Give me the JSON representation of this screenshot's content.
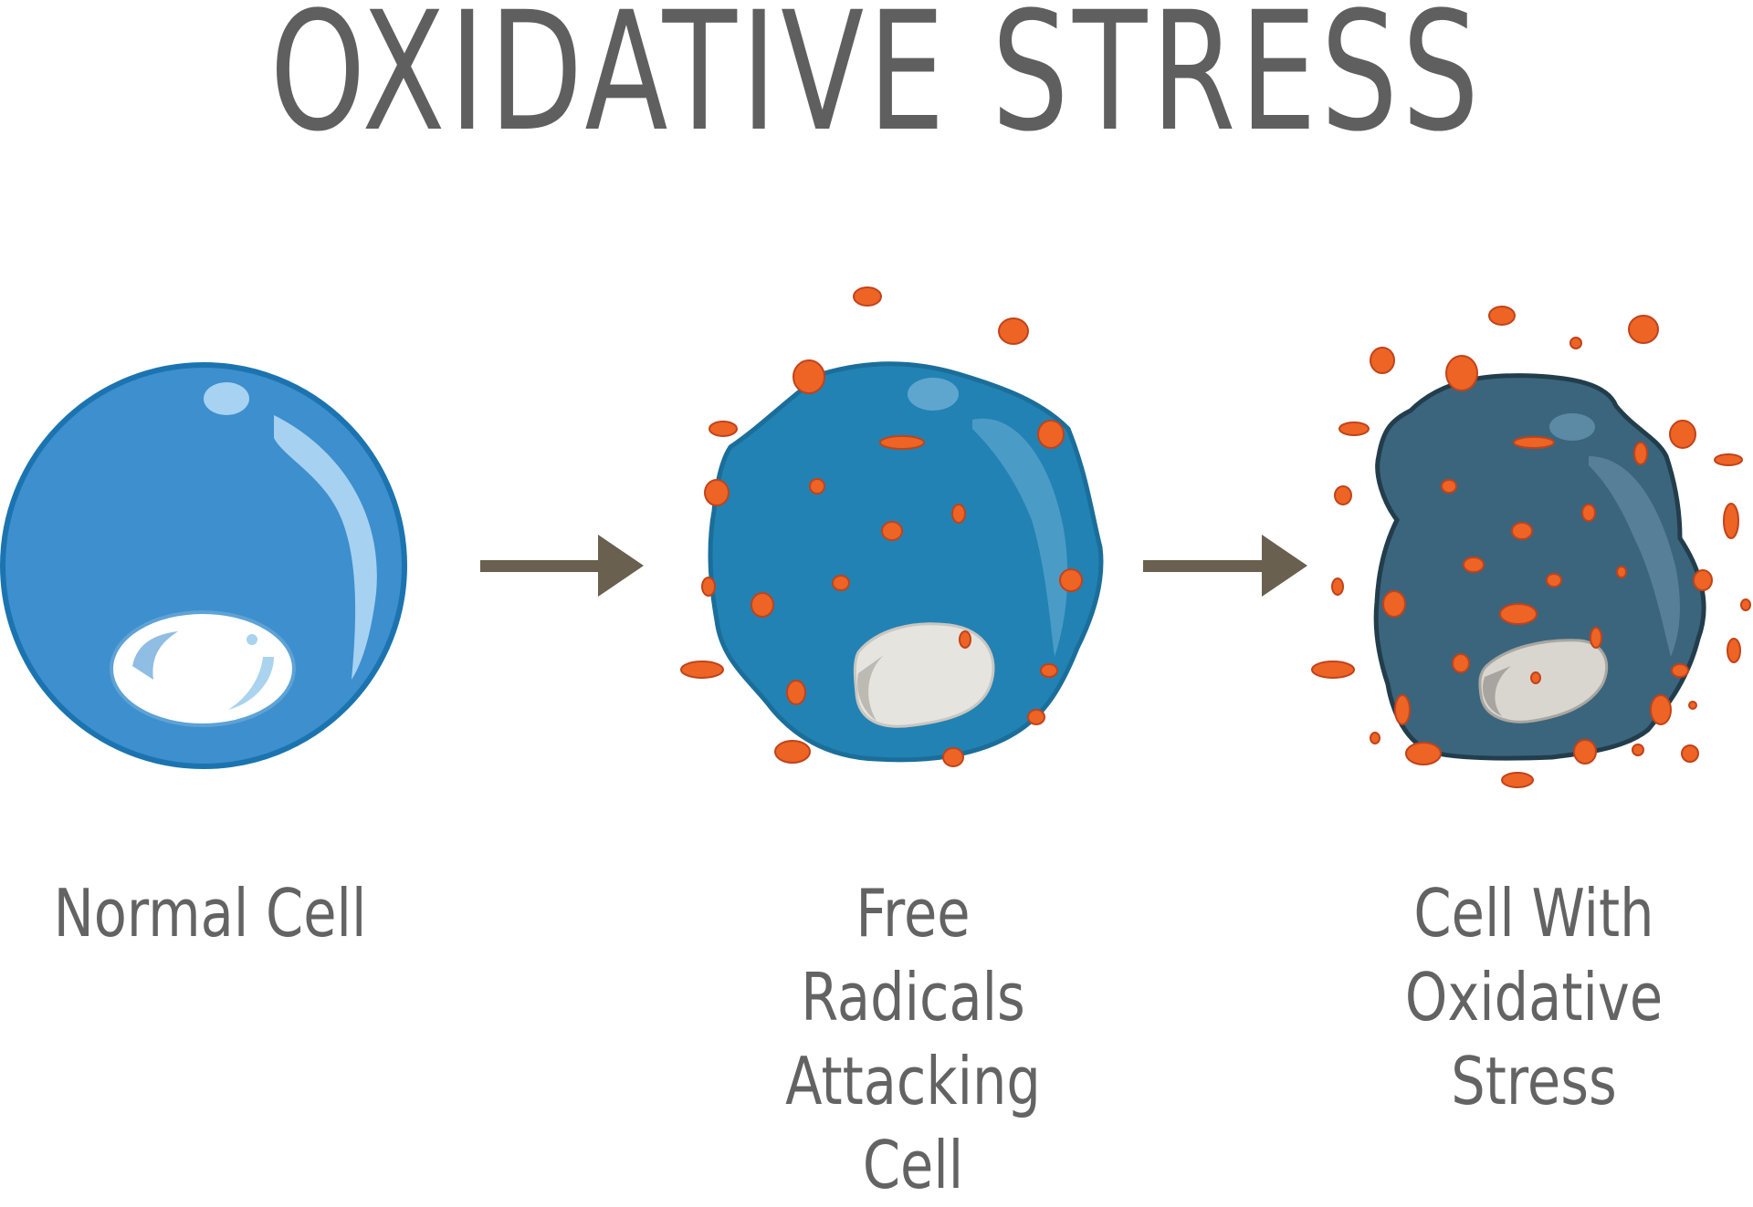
{
  "title": "OXIDATIVE STRESS",
  "stages": [
    {
      "label_line1": "Normal Cell",
      "label_line2": ""
    },
    {
      "label_line1": "Free Radicals",
      "label_line2": "Attacking Cell"
    },
    {
      "label_line1": "Cell With",
      "label_line2": "Oxidative Stress"
    }
  ],
  "colors": {
    "title": "#5f5f5f",
    "normal_cell": "#3d8fce",
    "attacked_cell": "#2282b4",
    "stressed_cell": "#3b657d",
    "free_radical": "#ee6425",
    "arrow": "#6a6050",
    "nucleus": "#e4e2de"
  }
}
